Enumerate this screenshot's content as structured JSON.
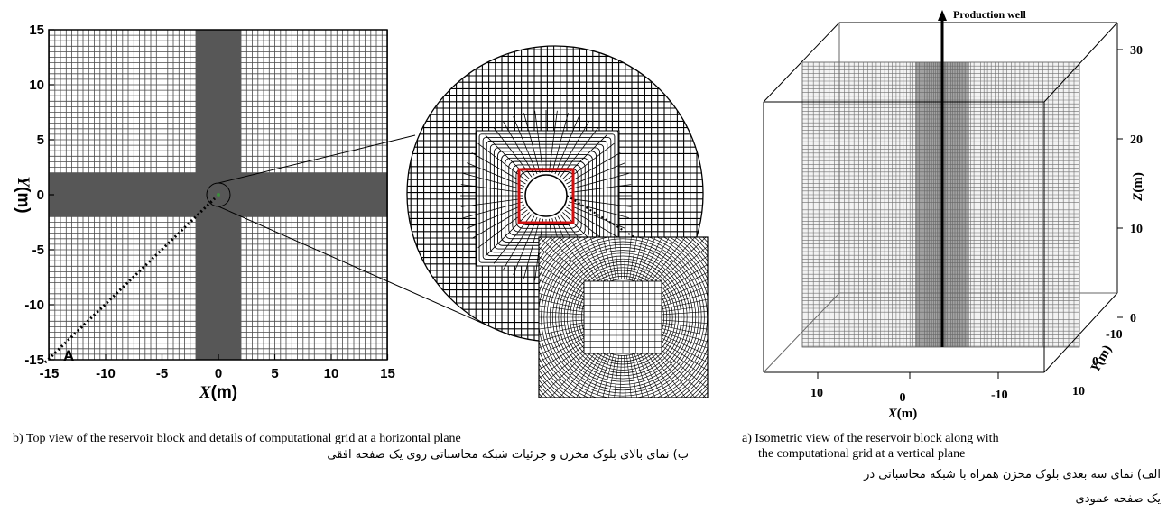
{
  "figure_b": {
    "x_axis": {
      "title_symbol": "X",
      "title_unit": "(m)",
      "ticks": [
        "-15",
        "-10",
        "-5",
        "0",
        "5",
        "10",
        "15"
      ]
    },
    "y_axis": {
      "title_symbol": "Y",
      "title_unit": "(m)",
      "ticks": [
        "15",
        "10",
        "5",
        "0",
        "-5",
        "-10",
        "-15"
      ]
    },
    "point_label": "A",
    "caption_en": "b)  Top view of the reservoir block and details of computational grid at a horizontal plane",
    "caption_fa": "ب) نمای بالای بلوک مخزن و جزئیات شبکه محاسباتی روی یک صفحه افقی"
  },
  "figure_a": {
    "well_label": "Production well",
    "z_axis": {
      "title_symbol": "Z",
      "title_unit": "(m)",
      "ticks": [
        "30",
        "20",
        "10",
        "0"
      ]
    },
    "y_axis": {
      "title_symbol": "Y",
      "title_unit": "(m)",
      "ticks": [
        "-10",
        "0",
        "10"
      ]
    },
    "x_axis": {
      "title_symbol": "X",
      "title_unit": "(m)",
      "ticks": [
        "10",
        "0",
        "-10"
      ]
    },
    "caption_en_line1": "a)  Isometric view of the reservoir block along with",
    "caption_en_line2": "the computational grid at a vertical plane",
    "caption_fa_line1": "الف) نمای سه بعدی بلوک مخزن همراه با شبکه محاسباتی در",
    "caption_fa_line2": "یک صفحه عمودی"
  }
}
